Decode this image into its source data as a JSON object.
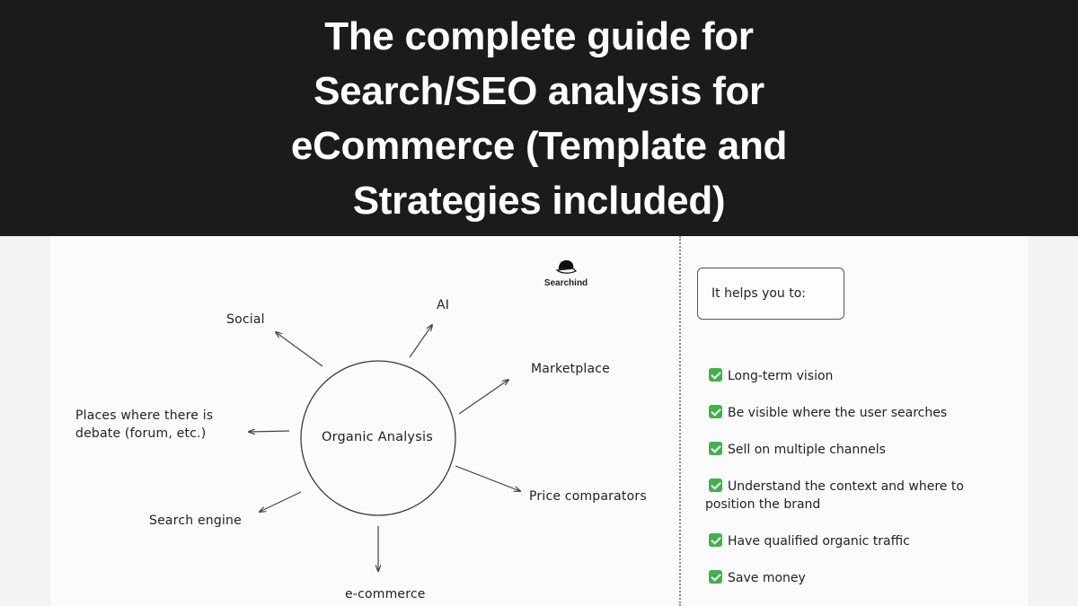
{
  "banner": {
    "title": "The complete guide for Search/SEO analysis for eCommerce (Template and Strategies included)"
  },
  "brand": {
    "name": "Searchind",
    "icon": "cap-icon"
  },
  "diagram": {
    "center_label": "Organic Analysis",
    "nodes": [
      {
        "id": "ai",
        "label": "AI"
      },
      {
        "id": "marketplace",
        "label": "Marketplace"
      },
      {
        "id": "price-comparators",
        "label": "Price comparators"
      },
      {
        "id": "e-commerce",
        "label": "e-commerce"
      },
      {
        "id": "search-engine",
        "label": "Search engine"
      },
      {
        "id": "forums",
        "label": "Places where there is debate (forum, etc.)"
      },
      {
        "id": "social",
        "label": "Social"
      }
    ]
  },
  "helps": {
    "title": "It helps you to:",
    "check_icon": "check-box-icon",
    "check_color": "#3fb24a",
    "items": [
      "Long-term vision",
      "Be visible where the user searches",
      "Sell on multiple channels",
      "Understand the context and where to position the brand",
      "Have qualified organic traffic",
      "Save money"
    ]
  },
  "colors": {
    "banner_bg": "#1b1b1b",
    "banner_text": "#ffffff",
    "canvas_bg": "#fbfbfb",
    "ink": "#222222"
  }
}
